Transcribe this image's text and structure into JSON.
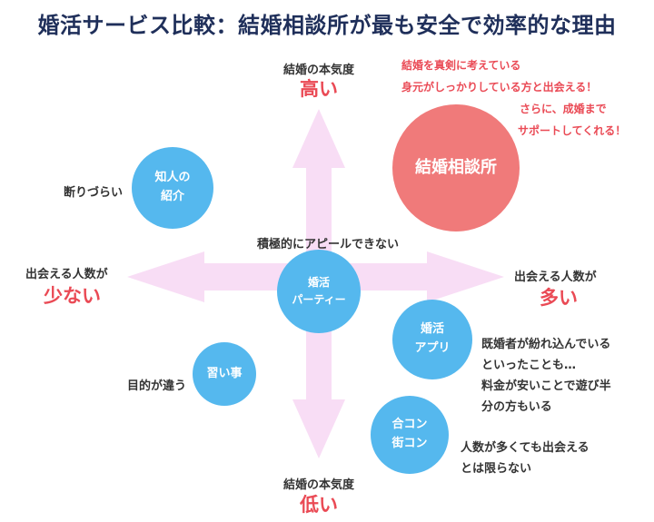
{
  "title": "婚活サービス比較：結婚相談所が最も安全で効率的な理由",
  "axes": {
    "top_label": "結婚の本気度",
    "top_value": "高い",
    "bottom_label": "結婚の本気度",
    "bottom_value": "低い",
    "left_label": "出会える人数が",
    "left_value": "少ない",
    "right_label": "出会える人数が",
    "right_value": "多い"
  },
  "nodes": {
    "acquaintance": {
      "line1": "知人の",
      "line2": "紹介",
      "note": "断りづらい"
    },
    "matchmaking": {
      "label": "結婚相談所"
    },
    "party": {
      "line1": "婚活",
      "line2": "パーティー",
      "note": "積極的にアピールできない"
    },
    "app": {
      "line1": "婚活",
      "line2": "アプリ",
      "note_lines": [
        "既婚者が紛れ込んでいる",
        "といったことも…",
        "料金が安いことで遊び半",
        "分の方もいる"
      ]
    },
    "lessons": {
      "label": "習い事",
      "note": "目的が違う"
    },
    "goukon": {
      "line1": "合コン",
      "line2": "街コン",
      "note_lines": [
        "人数が多くても出会える",
        "とは限らない"
      ]
    }
  },
  "matchmaking_notes": [
    "結婚を真剣に考えている",
    "身元がしっかりしている方と出会える！",
    "さらに、成婚まで",
    "サポートしてくれる！"
  ],
  "colors": {
    "title": "#1f2f5a",
    "circle_blue": "#55b8ee",
    "circle_red": "#f07a7a",
    "emphasis": "#ea4a55",
    "arrow": "#f8ddf5"
  }
}
